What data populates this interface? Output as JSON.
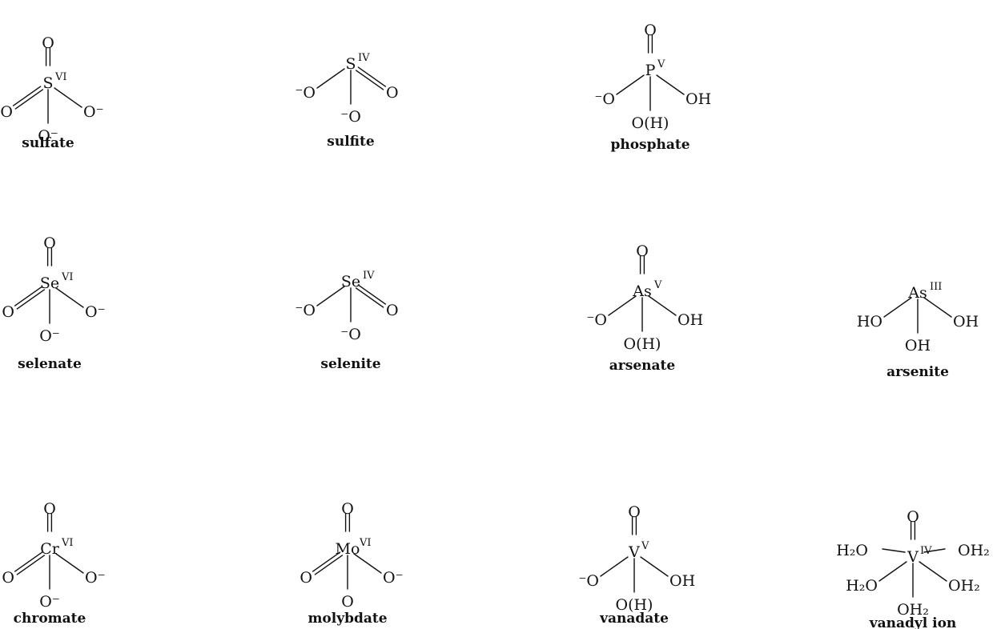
{
  "molecules": [
    {
      "id": "sulfate",
      "caption": "sulfate",
      "center": "S",
      "ox": "VI",
      "atoms": [
        {
          "pos": "top",
          "label": "O"
        },
        {
          "pos": "ll",
          "label": "O"
        },
        {
          "pos": "lr",
          "label": "O⁻"
        },
        {
          "pos": "bot",
          "label": "O⁻"
        }
      ],
      "bonds": [
        {
          "to": "top",
          "order": 2
        },
        {
          "to": "ll",
          "order": 2
        },
        {
          "to": "lr",
          "order": 1
        },
        {
          "to": "bot",
          "order": 1
        }
      ]
    },
    {
      "id": "sulfite",
      "caption": "sulfite",
      "center": "S",
      "ox": "IV",
      "atoms": [
        {
          "pos": "ll",
          "label": "⁻O"
        },
        {
          "pos": "lr",
          "label": "O"
        },
        {
          "pos": "bot",
          "label": "⁻O"
        }
      ],
      "bonds": [
        {
          "to": "ll",
          "order": 1
        },
        {
          "to": "lr",
          "order": 2
        },
        {
          "to": "bot",
          "order": 1
        }
      ]
    },
    {
      "id": "phosphate",
      "caption": "phosphate",
      "center": "P",
      "ox": "V",
      "atoms": [
        {
          "pos": "top",
          "label": "O"
        },
        {
          "pos": "ll",
          "label": "⁻O"
        },
        {
          "pos": "lr",
          "label": "OH"
        },
        {
          "pos": "bot",
          "label": "O(H)"
        }
      ],
      "bonds": [
        {
          "to": "top",
          "order": 2
        },
        {
          "to": "ll",
          "order": 1
        },
        {
          "to": "lr",
          "order": 1
        },
        {
          "to": "bot",
          "order": 1
        }
      ]
    },
    {
      "id": "selenate",
      "caption": "selenate",
      "center": "Se",
      "ox": "VI",
      "atoms": [
        {
          "pos": "top",
          "label": "O"
        },
        {
          "pos": "ll",
          "label": "O"
        },
        {
          "pos": "lr",
          "label": "O⁻"
        },
        {
          "pos": "bot",
          "label": "O⁻"
        }
      ],
      "bonds": [
        {
          "to": "top",
          "order": 2
        },
        {
          "to": "ll",
          "order": 2
        },
        {
          "to": "lr",
          "order": 1
        },
        {
          "to": "bot",
          "order": 1
        }
      ]
    },
    {
      "id": "selenite",
      "caption": "selenite",
      "center": "Se",
      "ox": "IV",
      "atoms": [
        {
          "pos": "ll",
          "label": "⁻O"
        },
        {
          "pos": "lr",
          "label": "O"
        },
        {
          "pos": "bot",
          "label": "⁻O"
        }
      ],
      "bonds": [
        {
          "to": "ll",
          "order": 1
        },
        {
          "to": "lr",
          "order": 2
        },
        {
          "to": "bot",
          "order": 1
        }
      ]
    },
    {
      "id": "arsenate",
      "caption": "arsenate",
      "center": "As",
      "ox": "V",
      "atoms": [
        {
          "pos": "top",
          "label": "O"
        },
        {
          "pos": "ll",
          "label": "⁻O"
        },
        {
          "pos": "lr",
          "label": "OH"
        },
        {
          "pos": "bot",
          "label": "O(H)"
        }
      ],
      "bonds": [
        {
          "to": "top",
          "order": 2
        },
        {
          "to": "ll",
          "order": 1
        },
        {
          "to": "lr",
          "order": 1
        },
        {
          "to": "bot",
          "order": 1
        }
      ]
    },
    {
      "id": "arsenite",
      "caption": "arsenite",
      "center": "As",
      "ox": "III",
      "atoms": [
        {
          "pos": "ll",
          "label": "HO"
        },
        {
          "pos": "lr",
          "label": "OH"
        },
        {
          "pos": "bot",
          "label": "OH"
        }
      ],
      "bonds": [
        {
          "to": "ll",
          "order": 1
        },
        {
          "to": "lr",
          "order": 1
        },
        {
          "to": "bot",
          "order": 1
        }
      ]
    },
    {
      "id": "chromate",
      "caption": "chromate",
      "center": "Cr",
      "ox": "VI",
      "atoms": [
        {
          "pos": "top",
          "label": "O"
        },
        {
          "pos": "ll",
          "label": "O"
        },
        {
          "pos": "lr",
          "label": "O⁻"
        },
        {
          "pos": "bot",
          "label": "O⁻"
        }
      ],
      "bonds": [
        {
          "to": "top",
          "order": 2
        },
        {
          "to": "ll",
          "order": 2
        },
        {
          "to": "lr",
          "order": 1
        },
        {
          "to": "bot",
          "order": 1
        }
      ]
    },
    {
      "id": "molybdate",
      "caption": "molybdate",
      "center": "Mo",
      "ox": "VI",
      "atoms": [
        {
          "pos": "top",
          "label": "O"
        },
        {
          "pos": "ll",
          "label": "O"
        },
        {
          "pos": "lr",
          "label": "O⁻"
        },
        {
          "pos": "bot",
          "label": "O"
        }
      ],
      "bonds": [
        {
          "to": "top",
          "order": 2
        },
        {
          "to": "ll",
          "order": 2
        },
        {
          "to": "lr",
          "order": 1
        },
        {
          "to": "bot",
          "order": 1
        }
      ]
    },
    {
      "id": "vanadate",
      "caption": "vanadate",
      "center": "V",
      "ox": "V",
      "atoms": [
        {
          "pos": "top",
          "label": "O"
        },
        {
          "pos": "ll",
          "label": "⁻O"
        },
        {
          "pos": "lr",
          "label": "OH"
        },
        {
          "pos": "bot",
          "label": "O(H)"
        }
      ],
      "bonds": [
        {
          "to": "top",
          "order": 2
        },
        {
          "to": "ll",
          "order": 1
        },
        {
          "to": "lr",
          "order": 1
        },
        {
          "to": "bot",
          "order": 1
        }
      ]
    },
    {
      "id": "vanadyl-ion",
      "caption": "vanadyl ion",
      "center": "V",
      "ox": "IV",
      "atoms": [
        {
          "pos": "top",
          "label": "O"
        },
        {
          "pos": "ul",
          "label": "H₂O"
        },
        {
          "pos": "ur",
          "label": "OH₂"
        },
        {
          "pos": "ll",
          "label": "H₂O"
        },
        {
          "pos": "lr",
          "label": "OH₂"
        },
        {
          "pos": "bot",
          "label": "OH₂"
        }
      ],
      "bonds": [
        {
          "to": "top",
          "order": 2
        },
        {
          "to": "ul",
          "order": 1
        },
        {
          "to": "ur",
          "order": 1
        },
        {
          "to": "ll",
          "order": 1
        },
        {
          "to": "lr",
          "order": 1
        },
        {
          "to": "bot",
          "order": 1
        }
      ]
    }
  ]
}
